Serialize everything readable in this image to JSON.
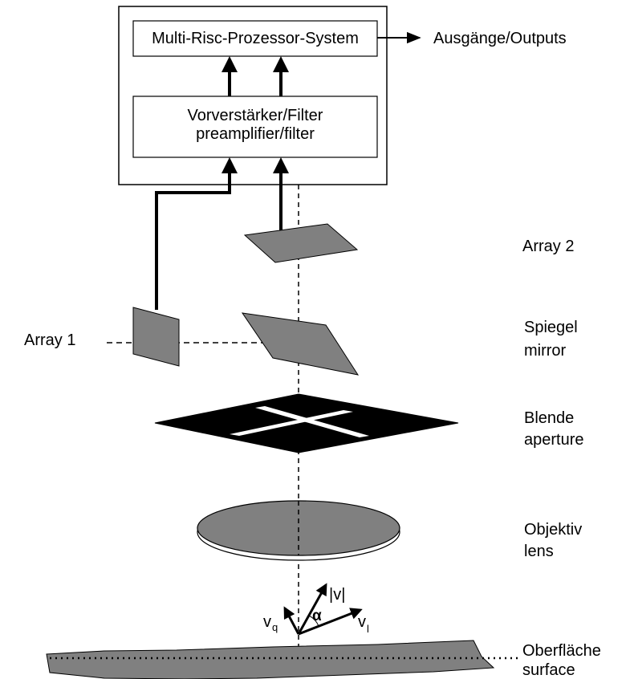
{
  "processor": {
    "label": "Multi-Risc-Prozessor-System"
  },
  "outputs": {
    "label": "Ausgänge/Outputs"
  },
  "preamp": {
    "line1": "Vorverstärker/Filter",
    "line2": "preamplifier/filter"
  },
  "array2": {
    "label": "Array 2"
  },
  "array1": {
    "label": "Array 1"
  },
  "mirror": {
    "line1": "Spiegel",
    "line2": "mirror"
  },
  "aperture": {
    "line1": "Blende",
    "line2": "aperture"
  },
  "lens": {
    "line1": "Objektiv",
    "line2": "lens"
  },
  "vectors": {
    "v_abs": "|v|",
    "vq": "v",
    "vq_sub": "q",
    "vl": "v",
    "vl_sub": "l",
    "alpha": "α"
  },
  "surface": {
    "line1": "Oberfläche",
    "line2": "surface"
  },
  "colors": {
    "component_fill": "#808080",
    "aperture_fill": "#000000",
    "line": "#000000"
  }
}
